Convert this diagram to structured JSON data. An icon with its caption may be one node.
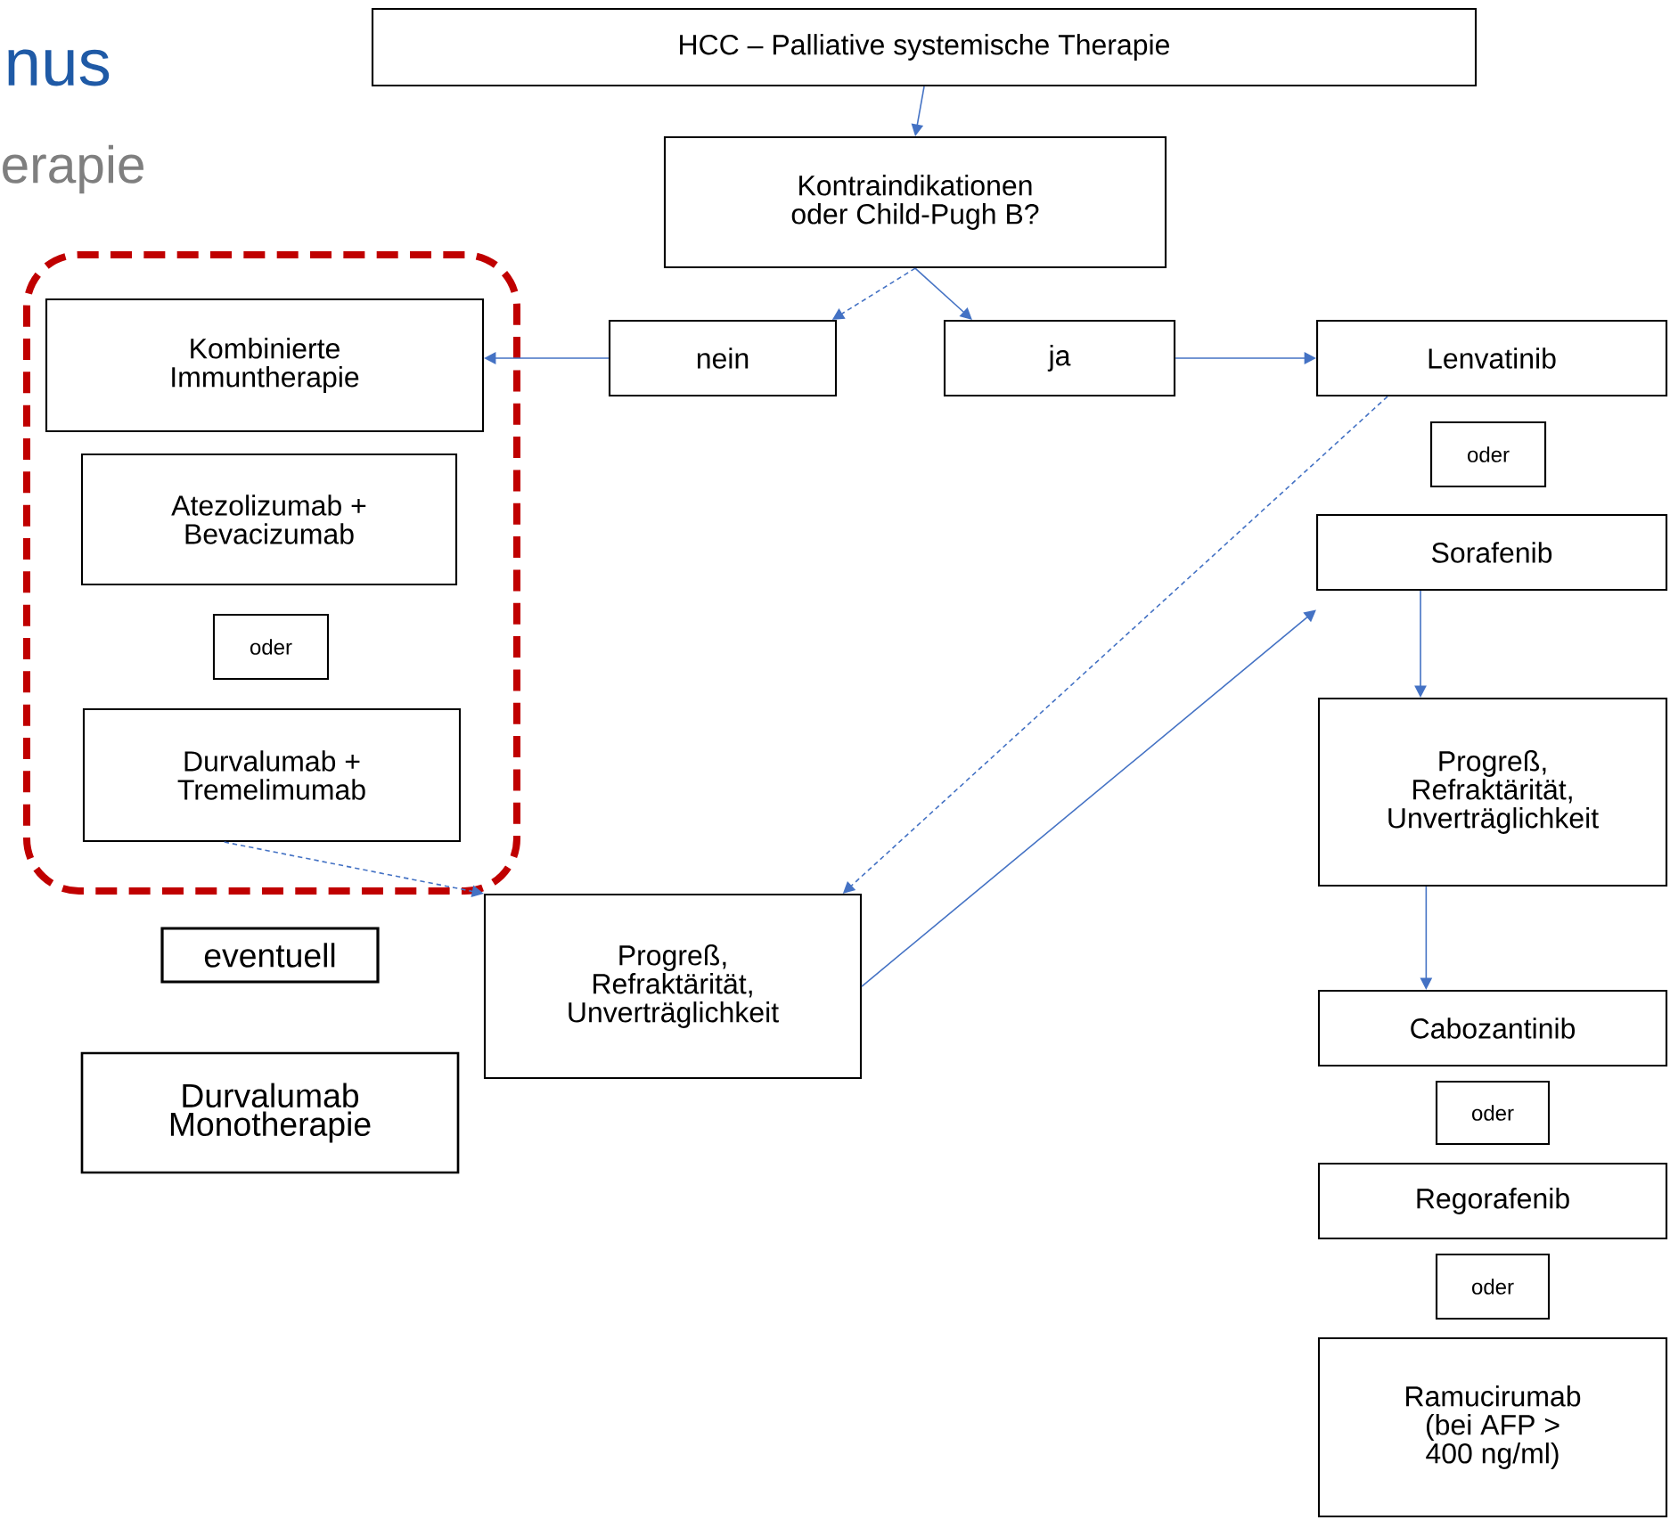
{
  "diagram": {
    "nodes": [
      {
        "text": [
          "HCC – Palliative systemische Therapie"
        ]
      },
      {
        "text": [
          "Kontraindikationen oder Child-Pugh B?"
        ]
      },
      {
        "text": [],
        "shape": "box"
      },
      {
        "text": [
          "Kombinierte Immuntherapie"
        ],
        "in": 2
      },
      {
        "text": [
          "Atezolizumab + Bevacizumab"
        ],
        "in": 2
      },
      {
        "text": [
          "oder"
        ],
        "in": 2
      },
      {
        "text": [
          "Durvalumab + Tremelimumab"
        ],
        "in": 2
      },
      {
        "text": [
          "nein"
        ]
      },
      {
        "text": [
          "ja"
        ]
      },
      {
        "text": [
          "Lenvatinib"
        ]
      },
      {
        "text": [
          "oder"
        ]
      },
      {
        "text": [
          "Sorafenib"
        ]
      },
      {
        "text": [
          "eventuell"
        ]
      },
      {
        "text": [
          "Progreß, Refraktärität, Unverträglichkeit"
        ]
      },
      {
        "text": [
          "Durvalumab Monotherapie"
        ]
      },
      {
        "text": [
          "Progreß, Refraktärität, Unverträglichkeit"
        ]
      },
      {
        "text": [
          "Cabozantinib"
        ]
      },
      {
        "text": [
          "oder"
        ]
      },
      {
        "text": [
          "Regorafenib"
        ]
      },
      {
        "text": [
          "oder"
        ]
      },
      {
        "text": [
          "Ramucirumab (bei AFP > 400 ng/ml)"
        ]
      }
    ],
    "edges": [
      {
        "from": 0,
        "to": 1,
        "arrow": "to"
      },
      {
        "from": 1,
        "to": 7,
        "arrow": "to",
        "style": "dashed"
      },
      {
        "from": 1,
        "to": 8,
        "arrow": "to"
      },
      {
        "from": 7,
        "to": 3,
        "arrow": "to"
      },
      {
        "from": 8,
        "to": 9,
        "arrow": "to"
      },
      {
        "from": 9,
        "to": 13,
        "arrow": "to",
        "style": "dashed"
      },
      {
        "from": 13,
        "to": 11,
        "arrow": "to"
      },
      {
        "from": 11,
        "to": 15,
        "arrow": "to"
      },
      {
        "from": 15,
        "to": 16,
        "arrow": "to"
      },
      {
        "from": 6,
        "to": 13,
        "arrow": "to",
        "style": "dashed"
      }
    ],
    "labels": [
      "nus",
      "erapie"
    ]
  }
}
